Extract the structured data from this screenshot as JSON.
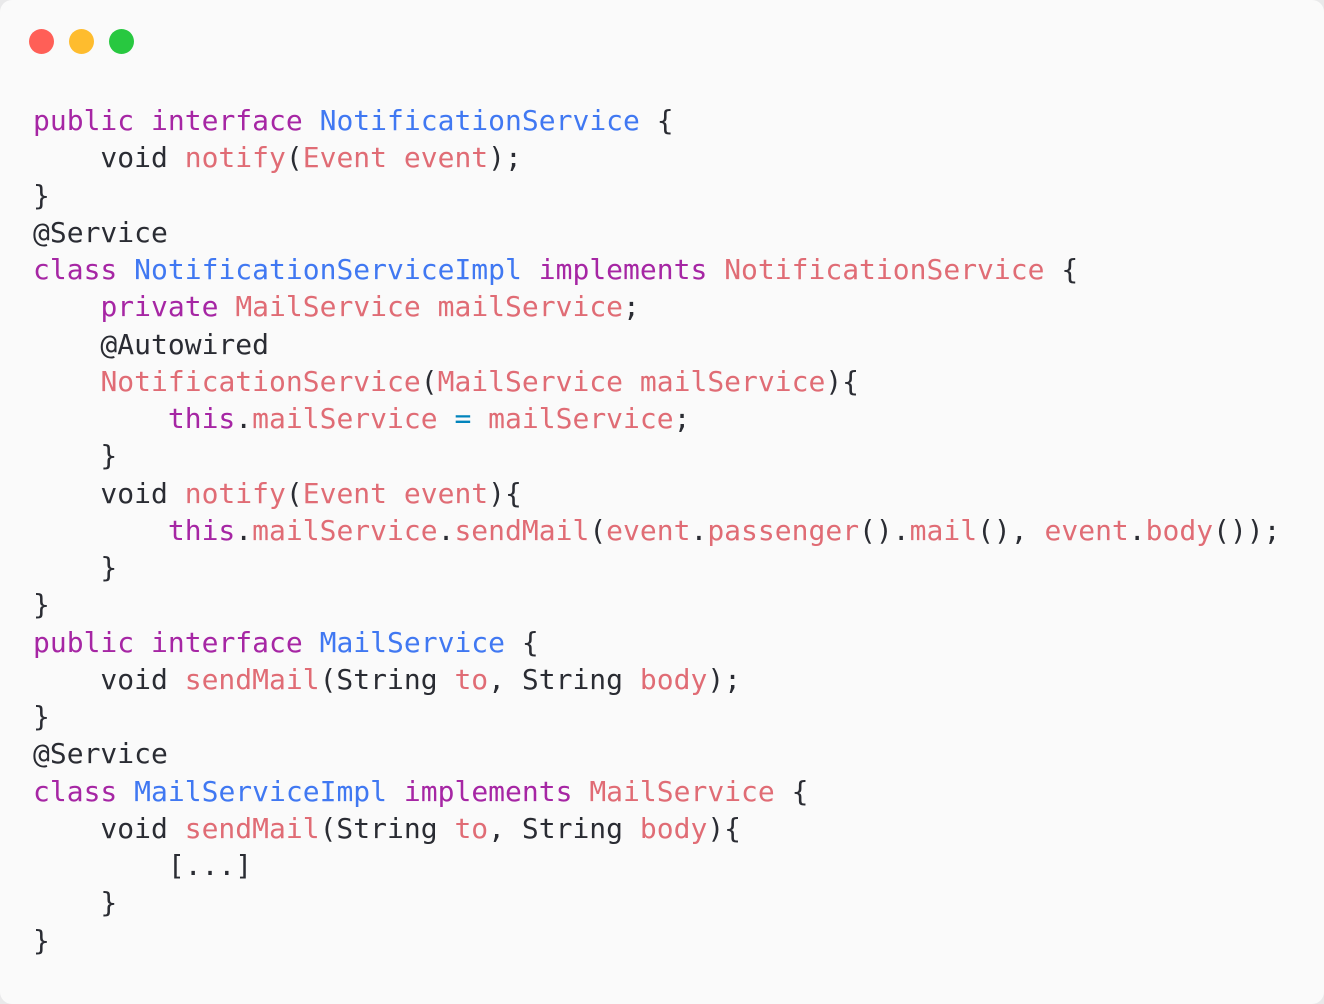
{
  "colors": {
    "close": "#ff5f57",
    "minimize": "#febc2e",
    "zoom": "#28c840",
    "keyword": "#a626a4",
    "type": "#4078f2",
    "identifier": "#e06c75",
    "plain": "#2a2c33",
    "background": "#fafafa"
  },
  "code": {
    "lines": [
      [
        [
          "k",
          "public"
        ],
        [
          "p",
          " "
        ],
        [
          "k",
          "interface"
        ],
        [
          "p",
          " "
        ],
        [
          "t",
          "NotificationService"
        ],
        [
          "p",
          " {"
        ]
      ],
      [
        [
          "p",
          "    void "
        ],
        [
          "f",
          "notify"
        ],
        [
          "p",
          "("
        ],
        [
          "f",
          "Event event"
        ],
        [
          "p",
          ");"
        ]
      ],
      [
        [
          "p",
          "}"
        ]
      ],
      [
        [
          "p",
          "@Service"
        ]
      ],
      [
        [
          "k",
          "class"
        ],
        [
          "p",
          " "
        ],
        [
          "t",
          "NotificationServiceImpl"
        ],
        [
          "p",
          " "
        ],
        [
          "k",
          "implements"
        ],
        [
          "p",
          " "
        ],
        [
          "f",
          "NotificationService"
        ],
        [
          "p",
          " {"
        ]
      ],
      [
        [
          "p",
          "    "
        ],
        [
          "k",
          "private"
        ],
        [
          "p",
          " "
        ],
        [
          "f",
          "MailService mailService"
        ],
        [
          "p",
          ";"
        ]
      ],
      [
        [
          "p",
          "    @Autowired"
        ]
      ],
      [
        [
          "p",
          "    "
        ],
        [
          "f",
          "NotificationService"
        ],
        [
          "p",
          "("
        ],
        [
          "f",
          "MailService mailService"
        ],
        [
          "p",
          "){"
        ]
      ],
      [
        [
          "p",
          "        "
        ],
        [
          "k",
          "this"
        ],
        [
          "p",
          "."
        ],
        [
          "f",
          "mailService"
        ],
        [
          "p",
          " "
        ],
        [
          "o",
          "="
        ],
        [
          "p",
          " "
        ],
        [
          "f",
          "mailService"
        ],
        [
          "p",
          ";"
        ]
      ],
      [
        [
          "p",
          "    }"
        ]
      ],
      [
        [
          "p",
          "    void "
        ],
        [
          "f",
          "notify"
        ],
        [
          "p",
          "("
        ],
        [
          "f",
          "Event event"
        ],
        [
          "p",
          "){"
        ]
      ],
      [
        [
          "p",
          "        "
        ],
        [
          "k",
          "this"
        ],
        [
          "p",
          "."
        ],
        [
          "f",
          "mailService"
        ],
        [
          "p",
          "."
        ],
        [
          "f",
          "sendMail"
        ],
        [
          "p",
          "("
        ],
        [
          "f",
          "event"
        ],
        [
          "p",
          "."
        ],
        [
          "f",
          "passenger"
        ],
        [
          "p",
          "()."
        ],
        [
          "f",
          "mail"
        ],
        [
          "p",
          "(), "
        ],
        [
          "f",
          "event"
        ],
        [
          "p",
          "."
        ],
        [
          "f",
          "body"
        ],
        [
          "p",
          "());"
        ]
      ],
      [
        [
          "p",
          "    }"
        ]
      ],
      [
        [
          "p",
          "}"
        ]
      ],
      [
        [
          "k",
          "public"
        ],
        [
          "p",
          " "
        ],
        [
          "k",
          "interface"
        ],
        [
          "p",
          " "
        ],
        [
          "t",
          "MailService"
        ],
        [
          "p",
          " {"
        ]
      ],
      [
        [
          "p",
          "    void "
        ],
        [
          "f",
          "sendMail"
        ],
        [
          "p",
          "(String "
        ],
        [
          "f",
          "to"
        ],
        [
          "p",
          ", String "
        ],
        [
          "f",
          "body"
        ],
        [
          "p",
          ");"
        ]
      ],
      [
        [
          "p",
          "}"
        ]
      ],
      [
        [
          "p",
          "@Service"
        ]
      ],
      [
        [
          "k",
          "class"
        ],
        [
          "p",
          " "
        ],
        [
          "t",
          "MailServiceImpl"
        ],
        [
          "p",
          " "
        ],
        [
          "k",
          "implements"
        ],
        [
          "p",
          " "
        ],
        [
          "f",
          "MailService"
        ],
        [
          "p",
          " {"
        ]
      ],
      [
        [
          "p",
          "    void "
        ],
        [
          "f",
          "sendMail"
        ],
        [
          "p",
          "(String "
        ],
        [
          "f",
          "to"
        ],
        [
          "p",
          ", String "
        ],
        [
          "f",
          "body"
        ],
        [
          "p",
          "){"
        ]
      ],
      [
        [
          "p",
          "        [...]"
        ]
      ],
      [
        [
          "p",
          "    }"
        ]
      ],
      [
        [
          "p",
          "}"
        ]
      ]
    ]
  }
}
